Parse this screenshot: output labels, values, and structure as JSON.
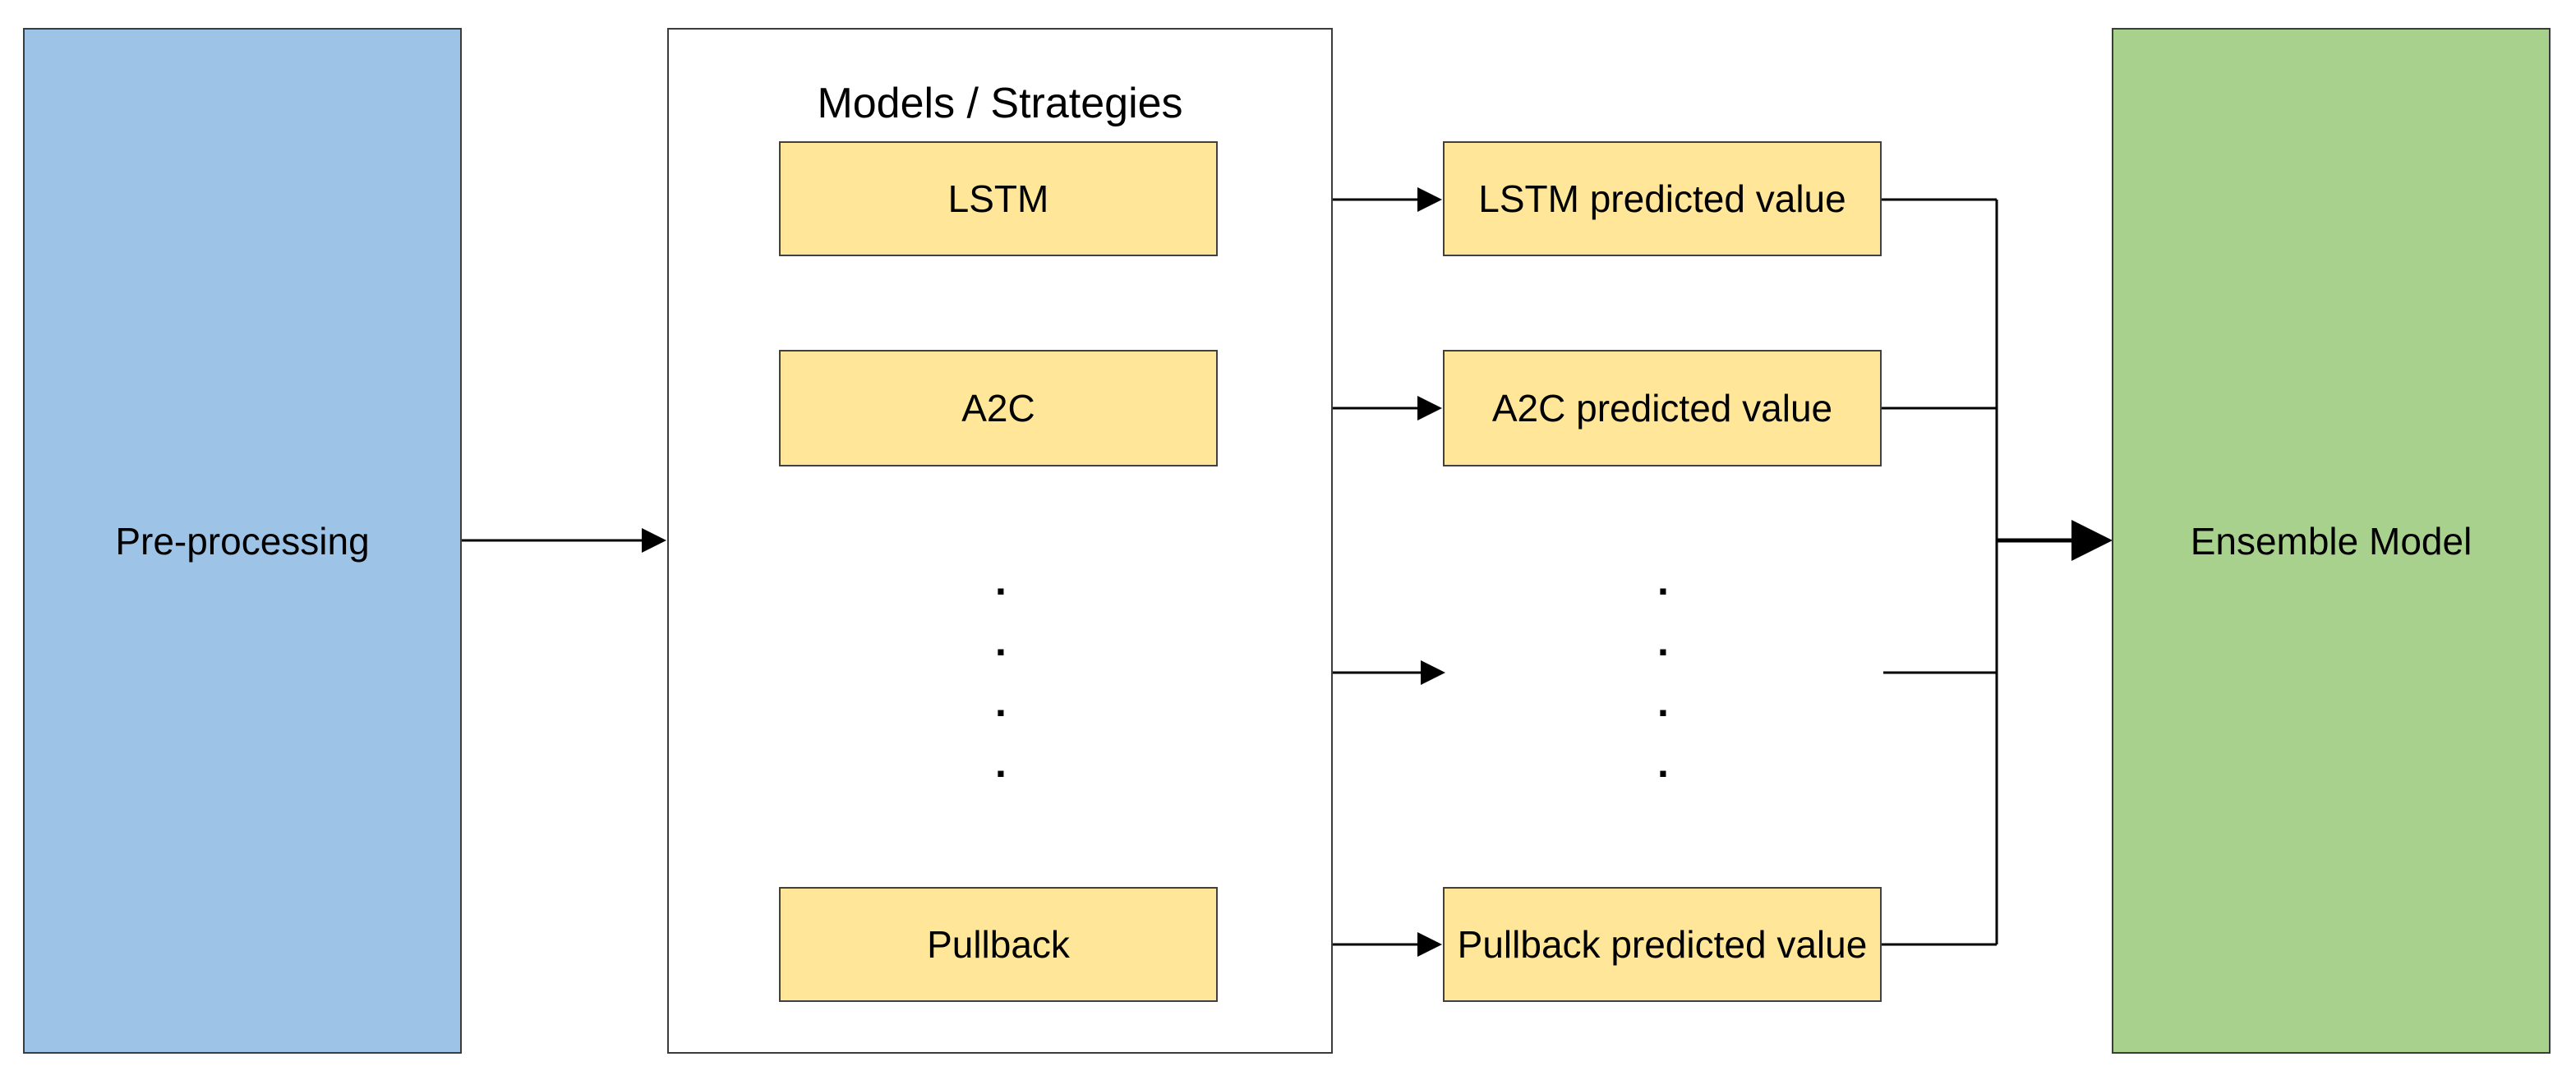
{
  "preprocessing": {
    "label": "Pre-processing"
  },
  "models": {
    "title": "Models / Strategies",
    "items": [
      {
        "label": "LSTM"
      },
      {
        "label": "A2C"
      },
      {
        "label": "Pullback"
      }
    ],
    "ellipsis": [
      ".",
      ".",
      ".",
      "."
    ]
  },
  "outputs": {
    "items": [
      {
        "label": "LSTM predicted value"
      },
      {
        "label": "A2C predicted value"
      },
      {
        "label": "Pullback predicted value"
      }
    ],
    "ellipsis": [
      ".",
      ".",
      ".",
      "."
    ]
  },
  "ensemble": {
    "label": "Ensemble Model"
  },
  "colors": {
    "preprocessing_fill": "#9dc3e6",
    "model_fill": "#ffe699",
    "ensemble_fill": "#a9d18e",
    "stroke": "#000000"
  }
}
